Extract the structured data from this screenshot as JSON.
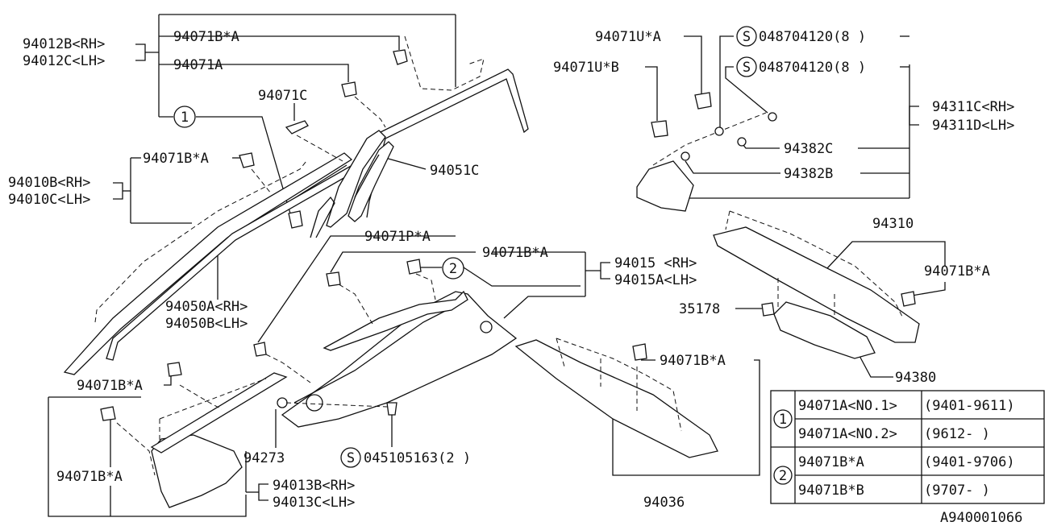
{
  "labels": {
    "p94012bc": [
      "94012B<RH>",
      "94012C<LH>"
    ],
    "p94071bA_top": "94071B*A",
    "p94071a": "94071A",
    "p94071c": "94071C",
    "p94051c": "94051C",
    "p94071bA_left": "94071B*A",
    "p94010bc": [
      "94010B<RH>",
      "94010C<LH>"
    ],
    "p94050ab": [
      "94050A<RH>",
      "94050B<LH>"
    ],
    "p94071pA": "94071P*A",
    "p94071bA_mid": "94071B*A",
    "p94015": [
      "94015  <RH>",
      "94015A<LH>"
    ],
    "p94071bA_lower": "94071B*A",
    "p94071bA_bottom": "94071B*A",
    "p94013bc": [
      "94013B<RH>",
      "94013C<LH>"
    ],
    "p94273": "94273",
    "p045105163": "045105163(2 )",
    "p94036": "94036",
    "p94071bA_94036": "94071B*A",
    "p94071uA": "94071U*A",
    "p94071uB": "94071U*B",
    "p048704120_1": "048704120(8  )",
    "p048704120_2": "048704120(8  )",
    "p94311cd": [
      "94311C<RH>",
      "94311D<LH>"
    ],
    "p94382c": "94382C",
    "p94382b": "94382B",
    "p94310": "94310",
    "p94071bA_right": "94071B*A",
    "p35178": "35178",
    "p94380": "94380",
    "callout1": "1",
    "callout2": "2",
    "screw_symbol": "S",
    "drawing_number": "A940001066"
  },
  "table": {
    "rows": [
      {
        "marker": "1",
        "part": "94071A<NO.1>",
        "range": "(9401-9611)"
      },
      {
        "marker": "1",
        "part": "94071A<NO.2>",
        "range": "(9612-      )"
      },
      {
        "marker": "2",
        "part": "94071B*A",
        "range": "(9401-9706)"
      },
      {
        "marker": "2",
        "part": "94071B*B",
        "range": "(9707-      )"
      }
    ]
  }
}
